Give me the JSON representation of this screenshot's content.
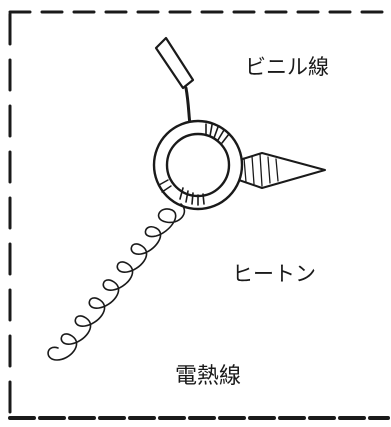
{
  "diagram": {
    "labels": {
      "vinyl_wire": "ビニル線",
      "heaton": "ヒートン",
      "heating_wire": "電熱線"
    }
  }
}
